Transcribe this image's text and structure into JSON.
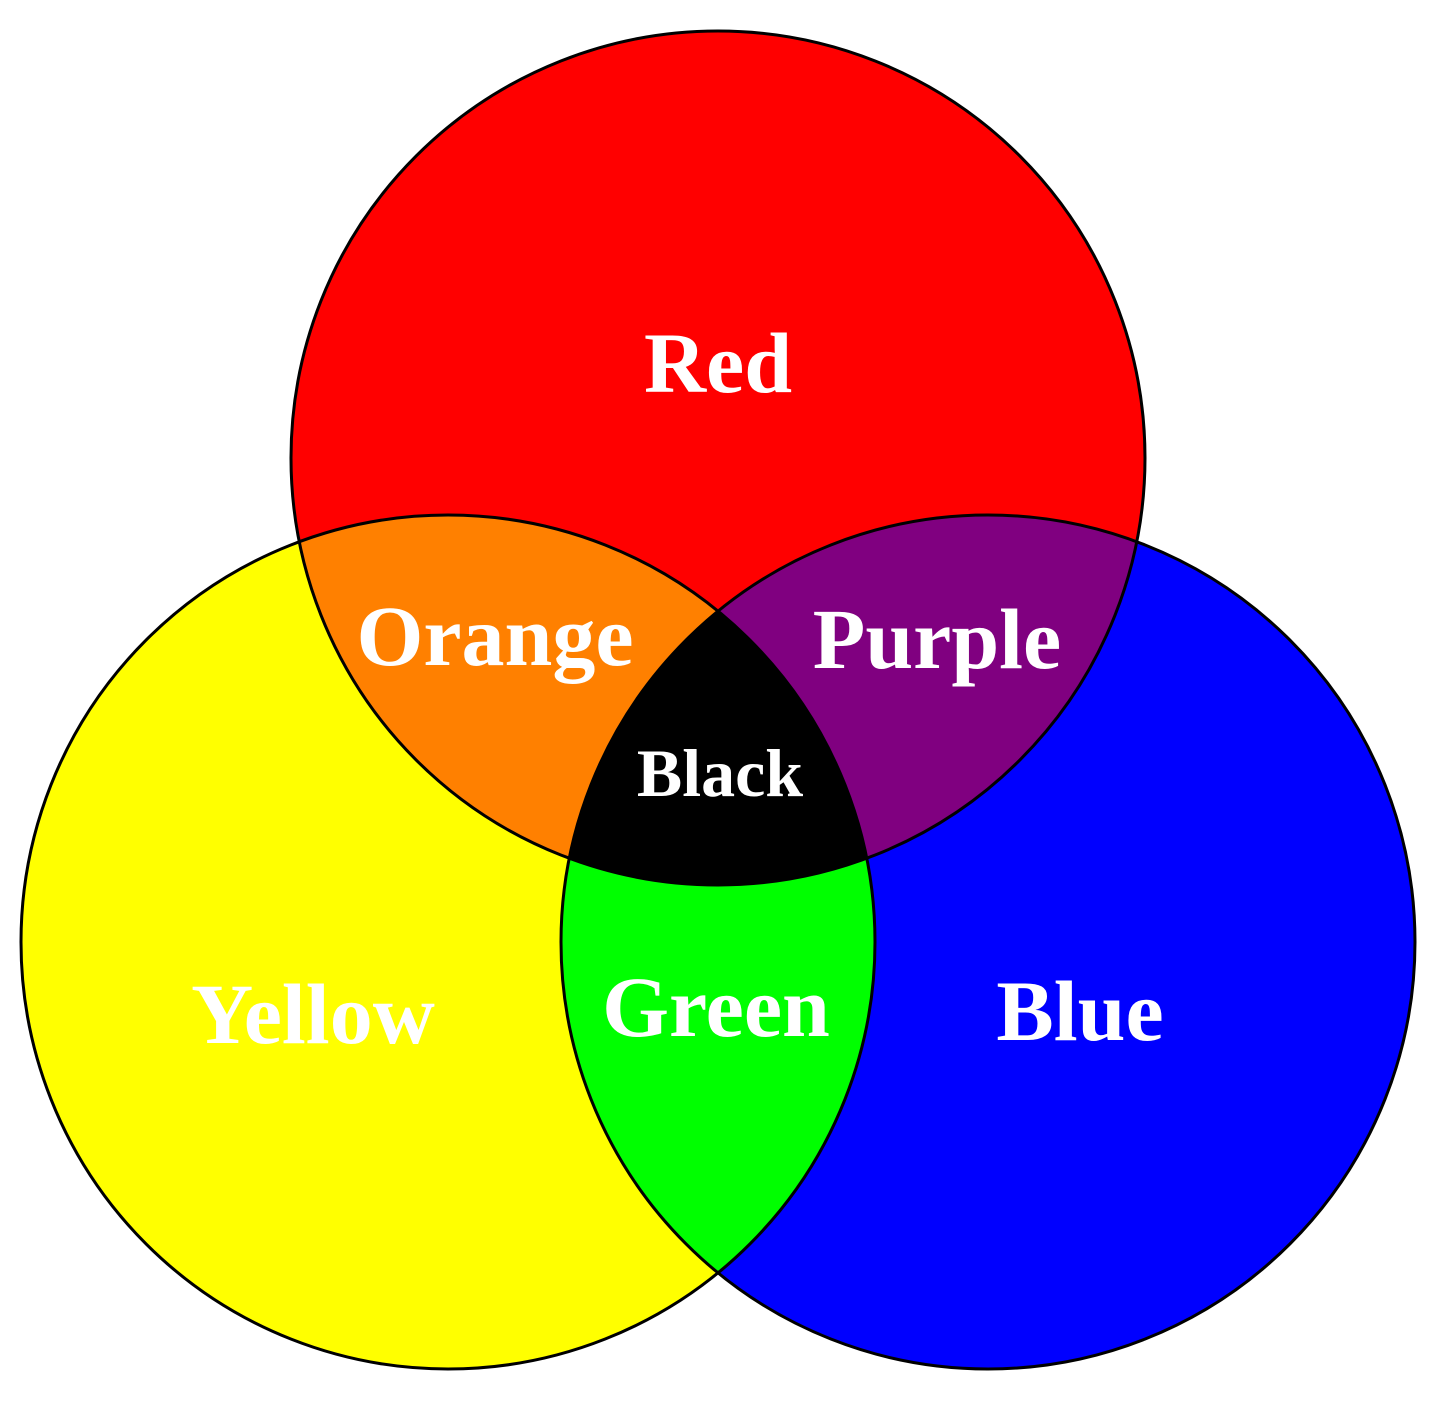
{
  "diagram": {
    "circles": {
      "red": {
        "label": "Red",
        "color": "#ff0000"
      },
      "yellow": {
        "label": "Yellow",
        "color": "#ffff00"
      },
      "blue": {
        "label": "Blue",
        "color": "#0000ff"
      }
    },
    "overlaps": {
      "orange": {
        "label": "Orange",
        "color": "#ff8000"
      },
      "purple": {
        "label": "Purple",
        "color": "#800080"
      },
      "green": {
        "label": "Green",
        "color": "#00ff00"
      },
      "black": {
        "label": "Black",
        "color": "#000000"
      }
    },
    "label_color": "#ffffff",
    "stroke_color": "#000000"
  }
}
